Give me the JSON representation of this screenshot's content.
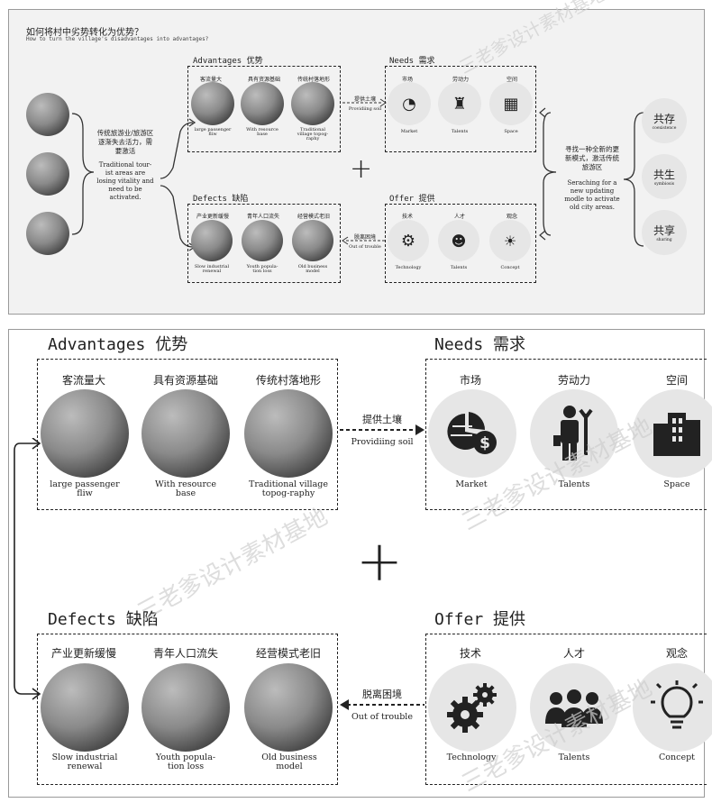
{
  "top": {
    "title_cn": "如何将村中劣势转化为优势？",
    "title_en": "How to turn the village's disadvantages into advantages?",
    "left_text_cn": "传统旅游业/旅游区逐渐失去活力，需要激活",
    "left_text_en": "Traditional tour-ist areas are losing vitality and need to be activated.",
    "right_text_cn": "寻找一种全新的更新模式，激活传统旅游区",
    "right_text_en": "Seraching for a new updating modle to activate old city areas.",
    "coexist": [
      {
        "cn": "共存",
        "en": "coexistence"
      },
      {
        "cn": "共生",
        "en": "symbiosis"
      },
      {
        "cn": "共享",
        "en": "sharing"
      }
    ]
  },
  "advantages": {
    "title": "Advantages 优势",
    "items": [
      {
        "cn": "客流量大",
        "en": "large passenger fliw"
      },
      {
        "cn": "具有资源基础",
        "en": "With resource base"
      },
      {
        "cn": "传统村落地形",
        "en": "Traditional village topog-raphy"
      }
    ]
  },
  "needs": {
    "title": "Needs 需求",
    "items": [
      {
        "cn": "市场",
        "en": "Market",
        "icon": "market-chart-icon"
      },
      {
        "cn": "劳动力",
        "en": "Talents",
        "icon": "worker-icon"
      },
      {
        "cn": "空间",
        "en": "Space",
        "icon": "building-icon"
      }
    ]
  },
  "defects": {
    "title": "Defects 缺陷",
    "items": [
      {
        "cn": "产业更新缓慢",
        "en": "Slow industrial renewal"
      },
      {
        "cn": "青年人口流失",
        "en": "Youth popula-tion loss"
      },
      {
        "cn": "经营模式老旧",
        "en": "Old business model"
      }
    ]
  },
  "offer": {
    "title": "Offer 提供",
    "items": [
      {
        "cn": "技术",
        "en": "Technology",
        "icon": "gears-icon"
      },
      {
        "cn": "人才",
        "en": "Talents",
        "icon": "team-icon"
      },
      {
        "cn": "观念",
        "en": "Concept",
        "icon": "lightbulb-icon"
      }
    ]
  },
  "arrows": {
    "top": {
      "cn": "提供土壤",
      "en": "Providiing soil"
    },
    "bottom": {
      "cn": "脱离困境",
      "en": "Out of trouble"
    }
  },
  "plus": "+",
  "watermark": "三老爹设计素材基地"
}
